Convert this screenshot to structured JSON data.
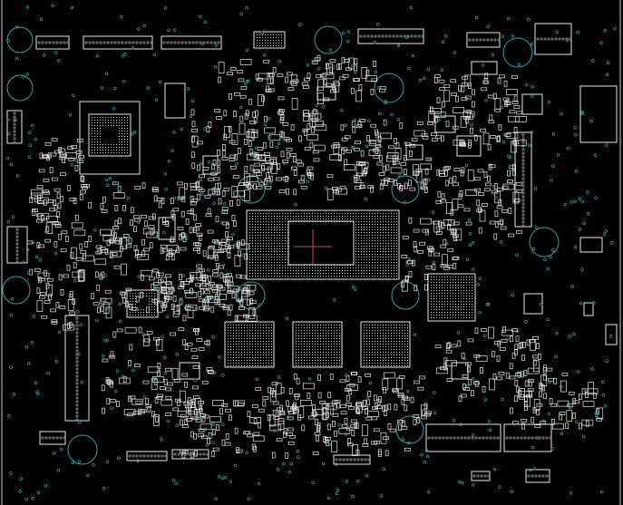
{
  "viewer": {
    "background": "#000000",
    "outline_color": "#e8e8e8",
    "via_color": "#2aa6a6",
    "cursor_color": "#c0506a",
    "component_types": [
      "BGA",
      "IC",
      "connector",
      "mounting-hole",
      "passive",
      "via",
      "test-point"
    ]
  }
}
